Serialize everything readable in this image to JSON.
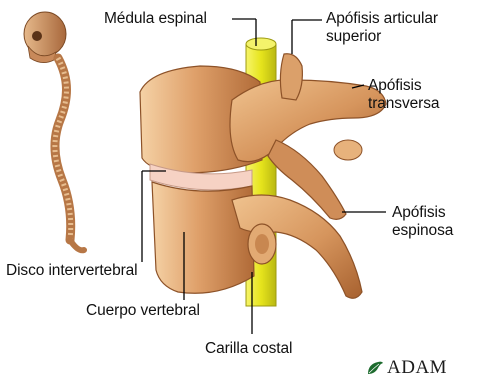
{
  "labels": {
    "medula": "Médula espinal",
    "apofisis_articular_1": "Apófisis articular",
    "apofisis_articular_2": "superior",
    "apofisis_transversa_1": "Apófisis",
    "apofisis_transversa_2": "transversa",
    "apofisis_espinosa_1": "Apófisis",
    "apofisis_espinosa_2": "espinosa",
    "disco": "Disco intervertebral",
    "cuerpo": "Cuerpo vertebral",
    "carilla": "Carilla costal"
  },
  "logo": {
    "text": "ADAM",
    "icon": "adam-leaf-icon"
  },
  "colors": {
    "bone": "#d99d68",
    "bone_dark": "#9c5a2e",
    "bone_light": "#f3cda0",
    "cord": "#ecec2e",
    "disc": "#f6d2c4",
    "leader": "#000000"
  }
}
